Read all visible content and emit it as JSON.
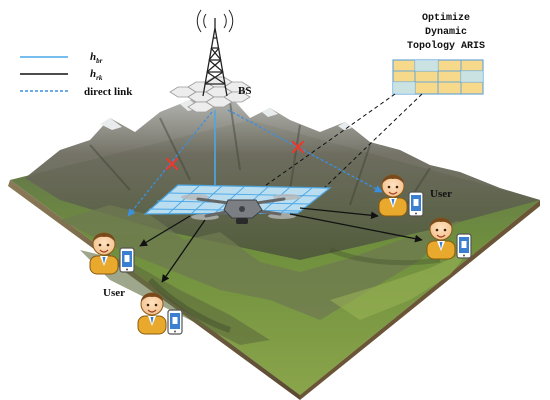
{
  "legend": {
    "items": [
      {
        "symbol": "h",
        "subscript": "br",
        "style": "solid",
        "color": "#4aa8e8"
      },
      {
        "symbol": "h",
        "subscript": "rk",
        "style": "solid",
        "color": "#111111"
      },
      {
        "label": "direct link",
        "style": "dashed",
        "color": "#3b8fe0"
      }
    ]
  },
  "base_station": {
    "label": "BS"
  },
  "callout": {
    "lines": [
      "Optimize",
      "Dynamic",
      "Topology ARIS"
    ]
  },
  "users": [
    {
      "label": "User"
    },
    {
      "label": "User"
    }
  ],
  "icons": [
    "cell-tower-icon",
    "drone-icon",
    "user-icon",
    "phone-icon",
    "block-x-icon"
  ],
  "colors": {
    "ris_panel": "#bfe4f8",
    "ris_grid": "#4aa8e8",
    "callout_table": "#f6d98a",
    "callout_grid": "#6aa7d8",
    "blocked": "#e83a2e",
    "terrain_green": "#6b8f3a",
    "terrain_rock": "#5e5b4f"
  }
}
